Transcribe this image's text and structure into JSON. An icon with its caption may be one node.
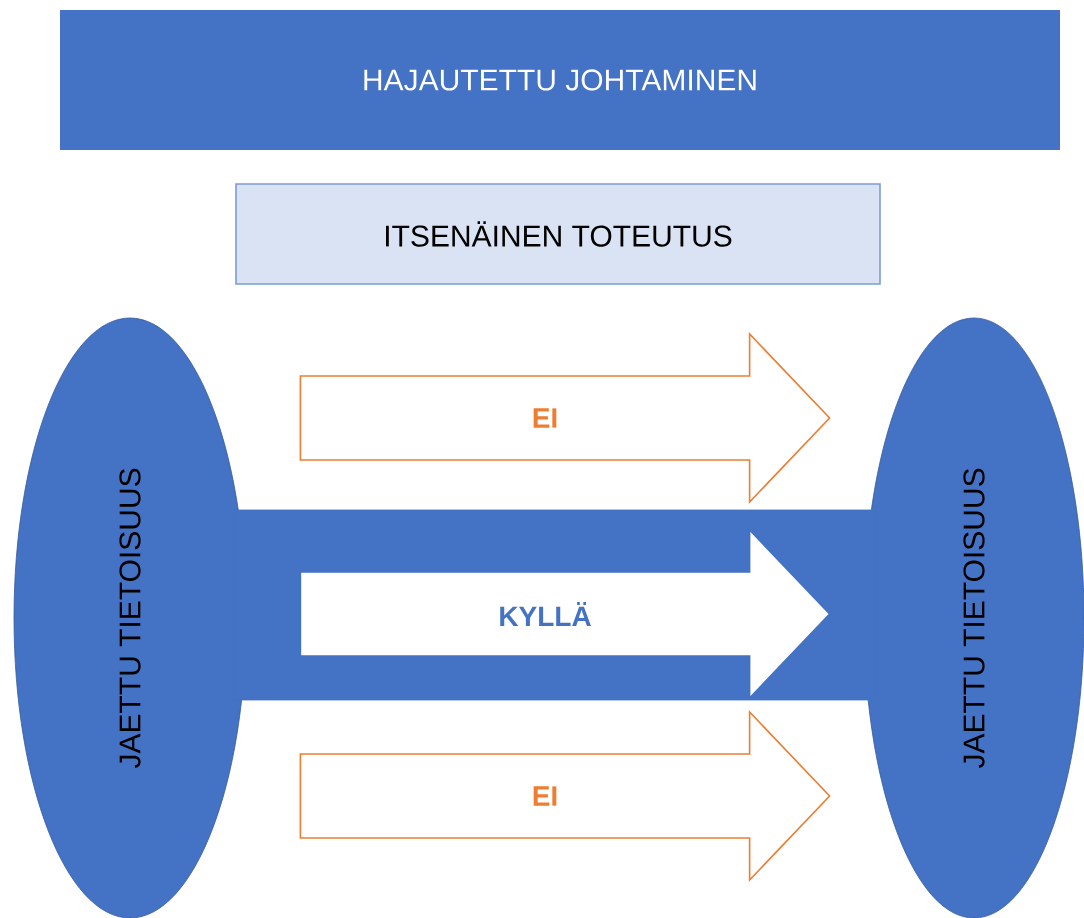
{
  "diagram": {
    "nodes": [
      {
        "text": [
          "HAJAUTETTU JOHTAMINEN"
        ]
      },
      {
        "text": [
          "ITSENÄINEN TOTEUTUS"
        ]
      },
      {
        "text": [
          "JAETTU TIETOISUUS"
        ]
      },
      {
        "text": [
          "JAETTU TIETOISUUS"
        ]
      }
    ],
    "edges": [
      {
        "from": 2,
        "to": 3,
        "arrow": "to",
        "label": "EI",
        "color": "#ed7d31"
      },
      {
        "from": 2,
        "to": 3,
        "arrow": "none",
        "style": "thick",
        "color": "#4472c4"
      },
      {
        "from": 2,
        "to": 3,
        "arrow": "to",
        "label": "KYLLÄ",
        "color": "#4472c4"
      },
      {
        "from": 2,
        "to": 3,
        "arrow": "to",
        "label": "EI",
        "color": "#ed7d31"
      }
    ]
  }
}
